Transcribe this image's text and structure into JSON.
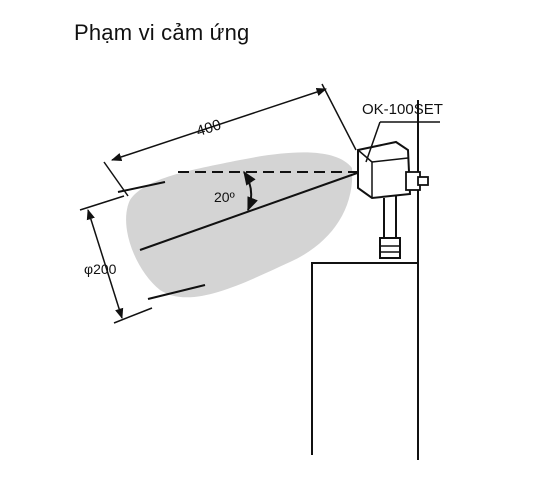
{
  "title": "Phạm vi cảm ứng",
  "labels": {
    "distance": "400",
    "angle": "20º",
    "diameter": "φ200",
    "model": "OK-100SET"
  },
  "colors": {
    "beam_fill": "#d4d4d4",
    "line": "#111111",
    "background": "#ffffff"
  }
}
